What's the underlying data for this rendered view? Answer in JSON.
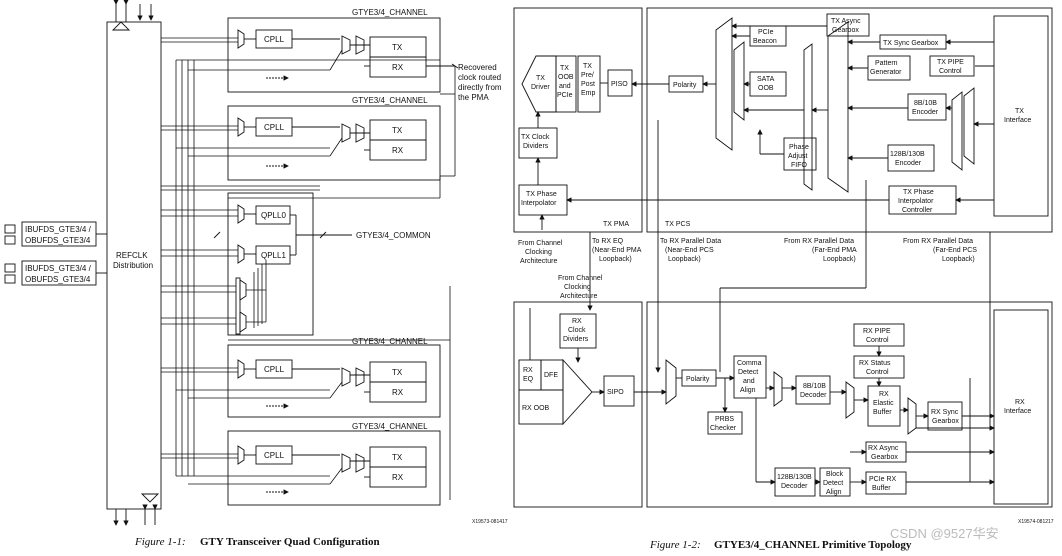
{
  "left": {
    "channel_label": "GTYE3/4_CHANNEL",
    "common_label": "GTYE3/4_COMMON",
    "cpll": "CPLL",
    "tx": "TX",
    "rx": "RX",
    "qpll0": "QPLL0",
    "qpll1": "QPLL1",
    "refclk_line1": "REFCLK",
    "refclk_line2": "Distribution",
    "ibufds_1a": "IBUFDS_GTE3/4 /",
    "ibufds_1b": "OBUFDS_GTE3/4",
    "ibufds_2a": "IBUFDS_GTE3/4 /",
    "ibufds_2b": "OBUFDS_GTE3/4",
    "recovered_1": "Recovered",
    "recovered_2": "clock routed",
    "recovered_3": "directly from",
    "recovered_4": "the PMA",
    "figure_id": "X19573-081417",
    "caption_num": "Figure 1-1:",
    "caption_title": "GTY Transceiver Quad Configuration"
  },
  "right": {
    "tx_pma": "TX PMA",
    "tx_pcs": "TX PCS",
    "tx_driver_1": "TX",
    "tx_driver_2": "Driver",
    "tx_oob_1": "TX",
    "tx_oob_2": "OOB",
    "tx_oob_3": "and",
    "tx_oob_4": "PCIe",
    "tx_pre_1": "TX",
    "tx_pre_2": "Pre/",
    "tx_pre_3": "Post",
    "tx_pre_4": "Emp",
    "piso": "PISO",
    "polarity": "Polarity",
    "pcie_beacon_1": "PCIe",
    "pcie_beacon_2": "Beacon",
    "sata_oob_1": "SATA",
    "sata_oob_2": "OOB",
    "tx_async_1": "TX Async",
    "tx_async_2": "Gearbox",
    "tx_sync": "TX Sync Gearbox",
    "pattern_gen_1": "Pattern",
    "pattern_gen_2": "Generator",
    "tx_pipe_1": "TX PIPE",
    "tx_pipe_2": "Control",
    "enc8b10b_1": "8B/10B",
    "enc8b10b_2": "Encoder",
    "enc128_1": "128B/130B",
    "enc128_2": "Encoder",
    "phase_fifo_1": "Phase",
    "phase_fifo_2": "Adjust",
    "phase_fifo_3": "FIFO",
    "tx_interface_1": "TX",
    "tx_interface_2": "Interface",
    "tx_clk_div_1": "TX Clock",
    "tx_clk_div_2": "Dividers",
    "tx_phase_interp_1": "TX Phase",
    "tx_phase_interp_2": "Interpolator",
    "tx_phase_ctrl_1": "TX Phase",
    "tx_phase_ctrl_2": "Interpolator",
    "tx_phase_ctrl_3": "Controller",
    "from_ch_clk_1": "From Channel",
    "from_ch_clk_2": "Clocking",
    "from_ch_clk_3": "Architecture",
    "to_rx_eq_1": "To RX EQ",
    "to_rx_eq_2": "(Near-End PMA",
    "to_rx_eq_3": "Loopback)",
    "to_rx_par_1": "To RX Parallel Data",
    "to_rx_par_2": "(Near-End PCS",
    "to_rx_par_3": "Loopback)",
    "from_rx_far_pma_1": "From RX Parallel Data",
    "from_rx_far_pma_2": "(Far-End PMA",
    "from_rx_far_pma_3": "Loopback)",
    "from_rx_far_pcs_1": "From RX Parallel Data",
    "from_rx_far_pcs_2": "(Far-End PCS",
    "from_rx_far_pcs_3": "Loopback)",
    "from_ch_clk2_1": "From Channel",
    "from_ch_clk2_2": "Clocking",
    "from_ch_clk2_3": "Architecture",
    "rx_clk_div_1": "RX",
    "rx_clk_div_2": "Clock",
    "rx_clk_div_3": "Dividers",
    "rx_eq_1": "RX",
    "rx_eq_2": "EQ",
    "dfe": "DFE",
    "rx_oob": "RX OOB",
    "sipo": "SIPO",
    "comma_1": "Comma",
    "comma_2": "Detect",
    "comma_3": "and",
    "comma_4": "Align",
    "prbs_1": "PRBS",
    "prbs_2": "Checker",
    "dec8b10b_1": "8B/10B",
    "dec8b10b_2": "Decoder",
    "rx_pipe_1": "RX PIPE",
    "rx_pipe_2": "Control",
    "rx_status_1": "RX Status",
    "rx_status_2": "Control",
    "rx_elastic_1": "RX",
    "rx_elastic_2": "Elastic",
    "rx_elastic_3": "Buffer",
    "rx_sync_1": "RX Sync",
    "rx_sync_2": "Gearbox",
    "rx_async_1": "RX Async",
    "rx_async_2": "Gearbox",
    "dec128_1": "128B/130B",
    "dec128_2": "Decoder",
    "block_det_1": "Block",
    "block_det_2": "Detect",
    "block_det_3": "Align",
    "pcie_rx_1": "PCIe RX",
    "pcie_rx_2": "Buffer",
    "rx_interface_1": "RX",
    "rx_interface_2": "Interface",
    "figure_id": "X19574-081217",
    "caption_num": "Figure 1-2:",
    "caption_title": "GTYE3/4_CHANNEL Primitive Topology"
  },
  "watermark": "CSDN @9527华安"
}
